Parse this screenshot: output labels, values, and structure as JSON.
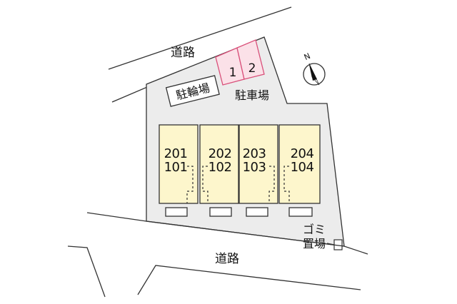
{
  "roads": {
    "north_label": "道路",
    "south_label": "道路"
  },
  "parking": {
    "label": "駐車場",
    "spaces": [
      "1",
      "2"
    ]
  },
  "bicycle_parking": {
    "label": "駐輪場"
  },
  "garbage": {
    "line1": "ゴミ",
    "line2": "置場"
  },
  "compass": {
    "letter": "N"
  },
  "units": [
    {
      "upper": "201",
      "lower": "101"
    },
    {
      "upper": "202",
      "lower": "102"
    },
    {
      "upper": "203",
      "lower": "103"
    },
    {
      "upper": "204",
      "lower": "104"
    }
  ],
  "colors": {
    "lot": "#ececec",
    "building": "#fdf6cc",
    "parking": "#fbe1e8",
    "parking_stroke": "#d9507a",
    "line": "#333333"
  }
}
